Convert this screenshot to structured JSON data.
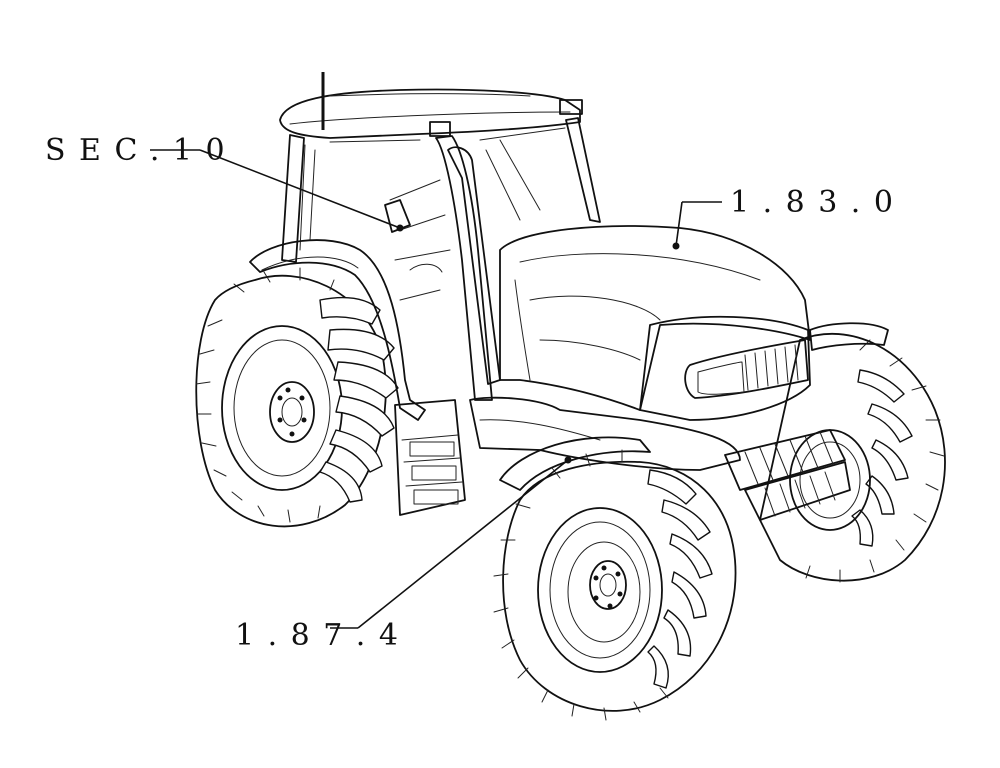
{
  "callouts": {
    "sec10": "SEC.10",
    "ref_1830": "1.83.0",
    "ref_1874": "1.87.4"
  },
  "colors": {
    "ink": "#111111",
    "background": "#ffffff"
  }
}
